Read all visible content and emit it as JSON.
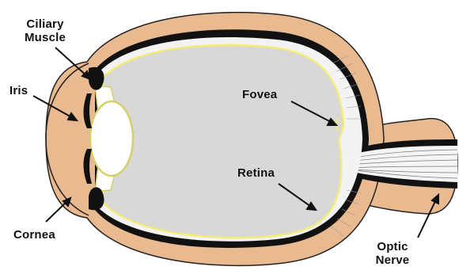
{
  "colors": {
    "sclera_outer": "#e9b98f",
    "choroid": "#111111",
    "vitreous": "#d8d8d8",
    "retina_line": "#f2ec7a",
    "lens": "#ffffff",
    "arrow": "#111111"
  },
  "labels": {
    "ciliary_muscle": [
      "Ciliary",
      "Muscle"
    ],
    "iris": "Iris",
    "cornea": "Cornea",
    "fovea": "Fovea",
    "retina": "Retina",
    "optic_nerve": [
      "Optic",
      "Nerve"
    ]
  }
}
